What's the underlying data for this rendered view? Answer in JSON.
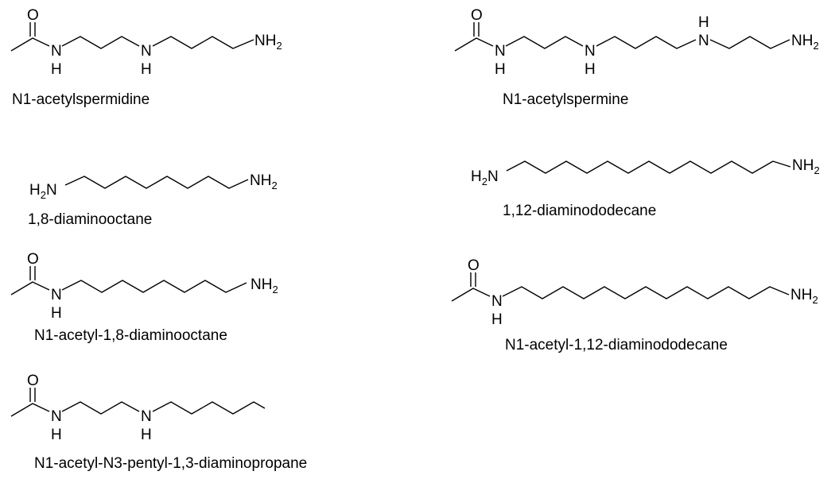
{
  "atoms": {
    "O": "O",
    "N": "N",
    "H": "H",
    "NH": "NH",
    "H2N": "H",
    "two": "2"
  },
  "molecules": [
    {
      "key": "acetylspermidine",
      "name": "N1-acetylspermidine"
    },
    {
      "key": "acetylspermine",
      "name": "N1-acetylspermine"
    },
    {
      "key": "diaminooctane",
      "name": "1,8-diaminooctane"
    },
    {
      "key": "diaminododecane",
      "name": "1,12-diaminododecane"
    },
    {
      "key": "acetyl-diaminooctane",
      "name": "N1-acetyl-1,8-diaminooctane"
    },
    {
      "key": "acetyl-diaminododecane",
      "name": "N1-acetyl-1,12-diaminododecane"
    },
    {
      "key": "acetyl-pentyl-diaminopropane",
      "name": "N1-acetyl-N3-pentyl-1,3-diaminopropane"
    }
  ]
}
